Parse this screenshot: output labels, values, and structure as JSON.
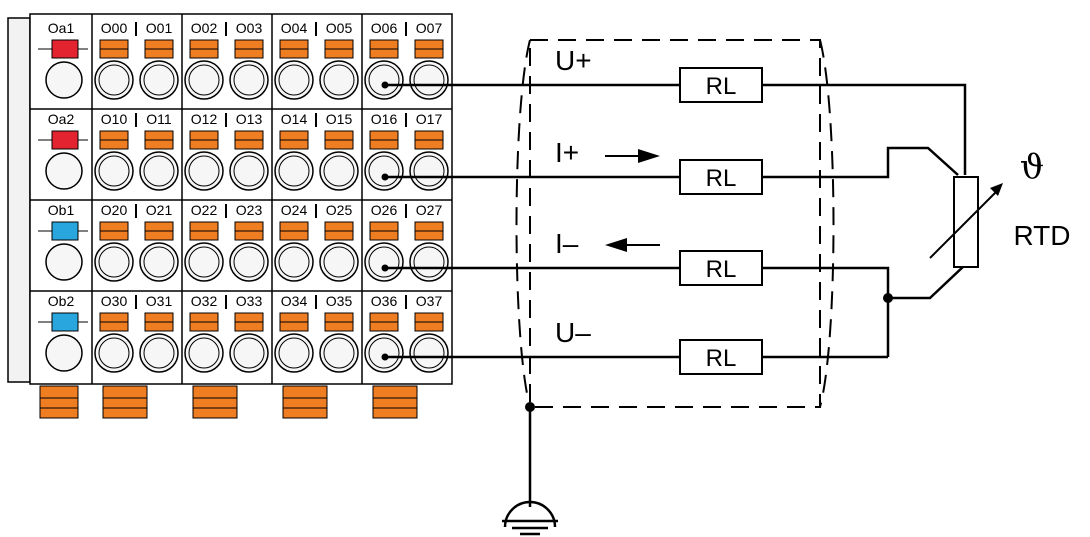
{
  "terminal_block": {
    "rows": [
      {
        "left_label": "Oa1",
        "left_color": "#e32330",
        "labels": [
          "O00",
          "O01",
          "O02",
          "O03",
          "O04",
          "O05",
          "O06",
          "O07"
        ]
      },
      {
        "left_label": "Oa2",
        "left_color": "#e32330",
        "labels": [
          "O10",
          "O11",
          "O12",
          "O13",
          "O14",
          "O15",
          "O16",
          "O17"
        ]
      },
      {
        "left_label": "Ob1",
        "left_color": "#2aa6de",
        "labels": [
          "O20",
          "O21",
          "O22",
          "O23",
          "O24",
          "O25",
          "O26",
          "O27"
        ]
      },
      {
        "left_label": "Ob2",
        "left_color": "#2aa6de",
        "labels": [
          "O30",
          "O31",
          "O32",
          "O33",
          "O34",
          "O35",
          "O36",
          "O37"
        ]
      }
    ],
    "lever_color": "#ef7d22"
  },
  "lines": [
    {
      "label": "U+",
      "resistor": "RL",
      "arrow": "none"
    },
    {
      "label": "I+",
      "resistor": "RL",
      "arrow": "right"
    },
    {
      "label": "I–",
      "resistor": "RL",
      "arrow": "left"
    },
    {
      "label": "U–",
      "resistor": "RL",
      "arrow": "none"
    }
  ],
  "sensor": {
    "symbol": "ϑ",
    "label": "RTD"
  },
  "ground_icon": "ground-icon"
}
